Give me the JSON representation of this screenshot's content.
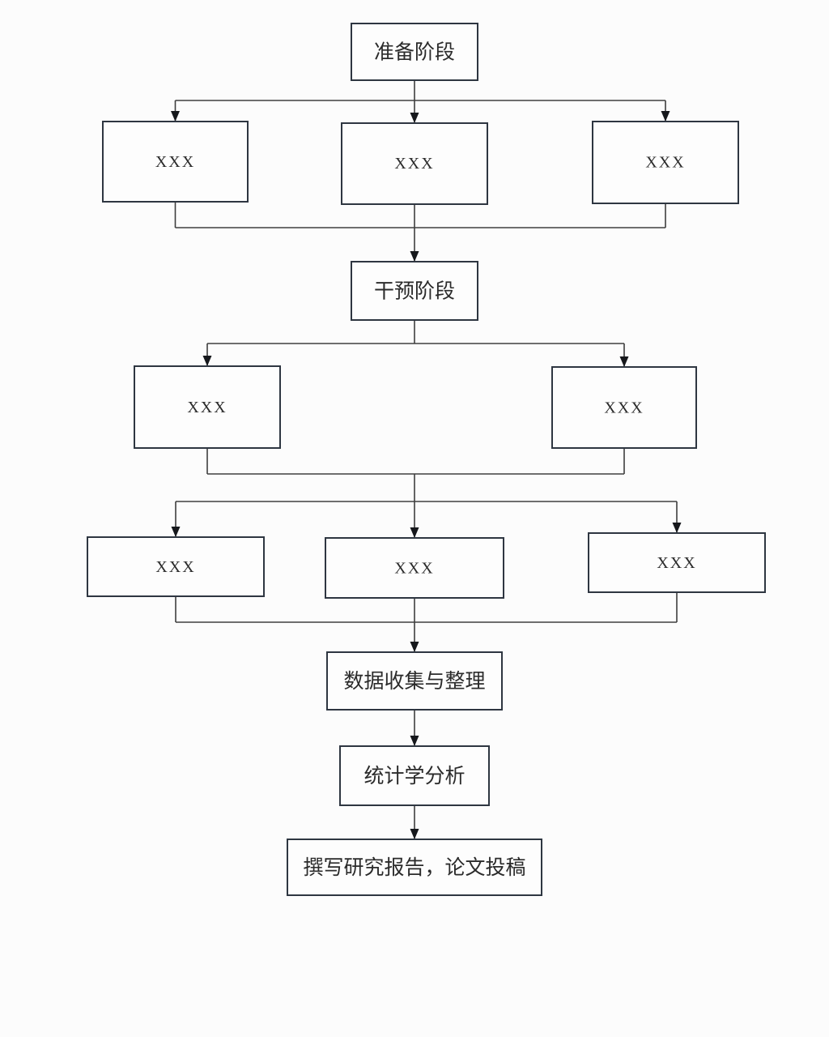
{
  "colors": {
    "background": "#fcfcfc",
    "box_fill": "#fdfdfd",
    "box_border": "#2e3641",
    "connector": "#3e3e3e",
    "arrow": "#16181c",
    "text": "#2b2b2b"
  },
  "diagram": {
    "nodes": {
      "preparation_stage": {
        "label": "准备阶段"
      },
      "preparation_item_1": {
        "label": "XXX"
      },
      "preparation_item_2": {
        "label": "XXX"
      },
      "preparation_item_3": {
        "label": "XXX"
      },
      "intervention_stage": {
        "label": "干预阶段"
      },
      "intervention_item_1": {
        "label": "XXX"
      },
      "intervention_item_2": {
        "label": "XXX"
      },
      "observation_item_1": {
        "label": "XXX"
      },
      "observation_item_2": {
        "label": "XXX"
      },
      "observation_item_3": {
        "label": "XXX"
      },
      "data_collection": {
        "label": "数据收集与整理"
      },
      "statistical_analysis": {
        "label": "统计学分析"
      },
      "report_writing": {
        "label": "撰写研究报告，论文投稿"
      }
    }
  }
}
